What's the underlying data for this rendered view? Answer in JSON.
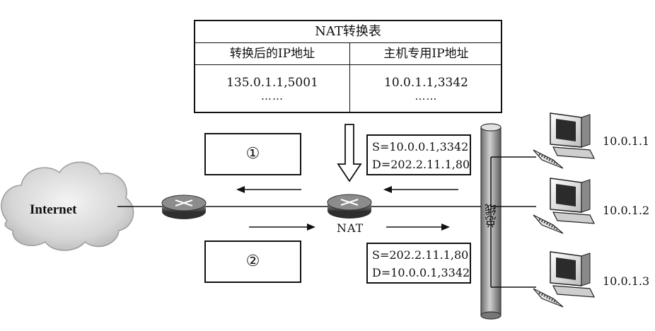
{
  "nat_table": {
    "title": "NAT转换表",
    "headers": [
      "转换后的IP地址",
      "主机专用IP地址"
    ],
    "row_values": [
      "135.0.1.1,5001",
      "10.0.1.1,3342"
    ],
    "ellipsis": "……"
  },
  "flow_1": {
    "marker": "①"
  },
  "flow_2": {
    "marker": "②"
  },
  "packet_out": {
    "src": "S=10.0.0.1,3342",
    "dst": "D=202.2.11.1,80"
  },
  "packet_in": {
    "src": "S=202.2.11.1,80",
    "dst": "D=10.0.0.1,3342"
  },
  "internet_label": "Internet",
  "nat_label": "NAT",
  "bus_label": "总线",
  "hosts": [
    "10.0.1.1",
    "10.0.1.2",
    "10.0.1.3"
  ]
}
